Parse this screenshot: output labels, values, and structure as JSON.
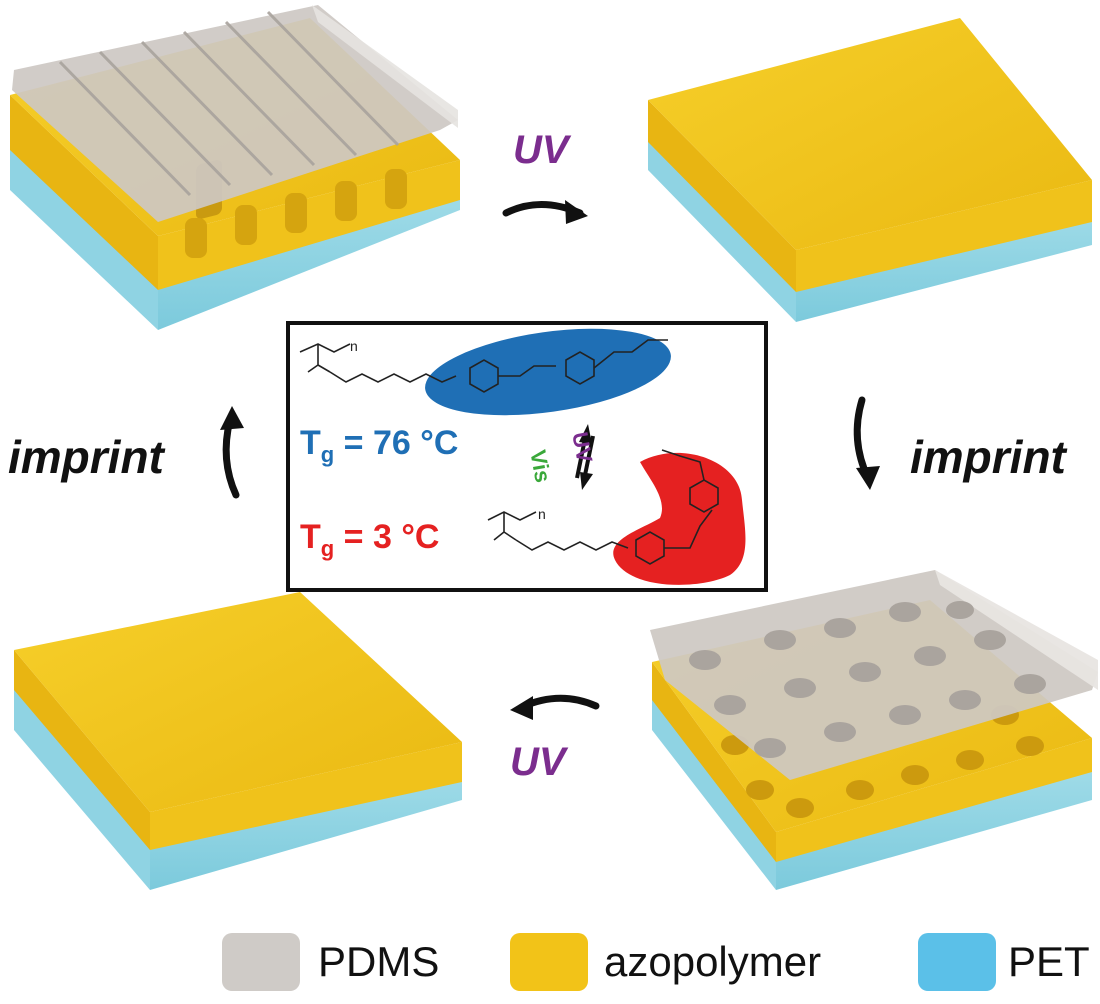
{
  "labels": {
    "uv_top": "UV",
    "uv_bottom": "UV",
    "imprint_left": "imprint",
    "imprint_right": "imprint"
  },
  "chemistry": {
    "tg_trans_T": "T",
    "tg_trans_sub": "g",
    "tg_trans_value": " = 76 °C",
    "tg_cis_T": "T",
    "tg_cis_sub": "g",
    "tg_cis_value": " = 3 °C",
    "uv_label": "UV",
    "vis_label": "Vis",
    "n_label": "n"
  },
  "legend": [
    {
      "label": "PDMS",
      "color": "#cfcbc7"
    },
    {
      "label": "azopolymer",
      "color": "#f2c318"
    },
    {
      "label": "PET",
      "color": "#5bc0e8"
    }
  ],
  "colors": {
    "uv": "#7b2d8e",
    "trans_blue": "#1f6fb5",
    "cis_red": "#e52121",
    "vis_green": "#3aa83a",
    "azopolymer": "#f2c318",
    "pet": "#8fd3e3",
    "pdms": "#cfcbc7"
  }
}
